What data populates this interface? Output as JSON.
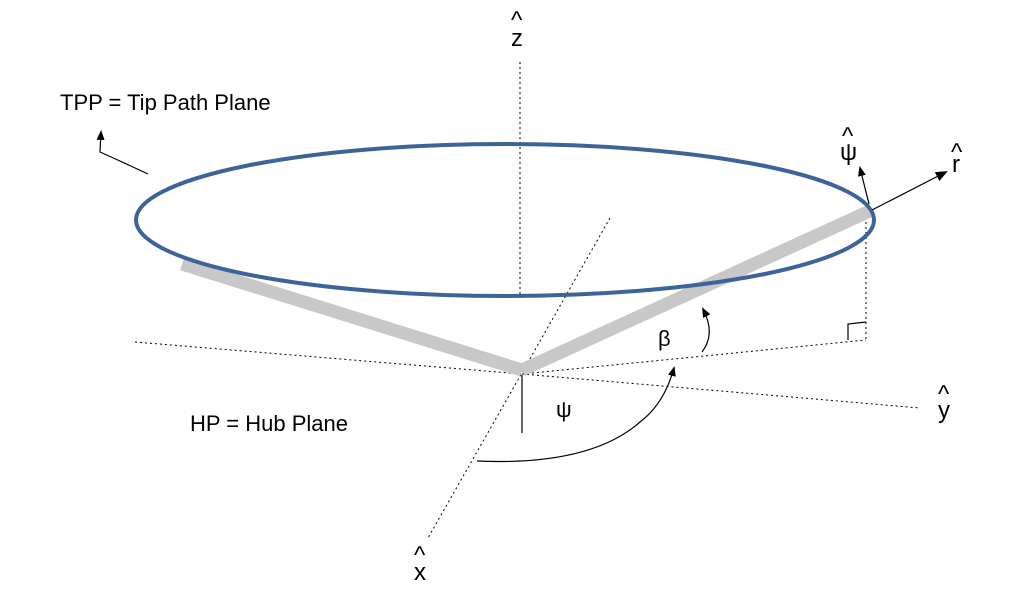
{
  "labels": {
    "tpp": "TPP = Tip Path Plane",
    "hp": "HP = Hub Plane",
    "z_axis": "z",
    "y_axis": "y",
    "x_axis": "x",
    "r_vec": "r",
    "psi_vec": "ψ",
    "beta": "β",
    "psi_angle": "ψ",
    "hat": "^"
  },
  "colors": {
    "tip_path": "#3c6499",
    "blade": "#c8c8c8",
    "line": "#000000"
  }
}
